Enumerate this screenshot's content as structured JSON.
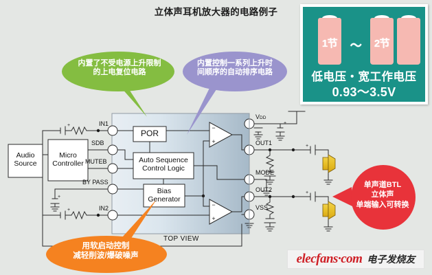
{
  "page": {
    "title": "立体声耳机放大器的电路例子",
    "background_color": "#e4e7e4"
  },
  "voltage_panel": {
    "teal_color": "#1a9288",
    "battery_color": "#f6b9b2",
    "battery_left_label": "1节",
    "approx_symbol": "〜",
    "battery_right_label": "2节",
    "line1": "低电压・宽工作电压",
    "line2": "0.93〜3.5V"
  },
  "callouts": {
    "green": {
      "color": "#84bd41",
      "line1": "内置了不受电源上升限制",
      "line2": "的上电复位电路"
    },
    "purple": {
      "color": "#9a94cd",
      "line1": "内置控制一系列上升时",
      "line2": "间顺序的自动排序电路"
    },
    "orange": {
      "color": "#f58220",
      "line1": "用软启动控制",
      "line2": "减轻削波/爆破噪声"
    },
    "red": {
      "color": "#e8333a",
      "line1": "单声道BTL",
      "line2": "立体声",
      "line3": "单端输入可转换"
    }
  },
  "diagram": {
    "external_blocks": [
      {
        "name": "audio-source",
        "line1": "Audio",
        "line2": "Source"
      },
      {
        "name": "micro-controller",
        "line1": "Micro",
        "line2": "Controller"
      }
    ],
    "ic_blocks": [
      {
        "name": "por-block",
        "line1": "POR",
        "line2": ""
      },
      {
        "name": "auto-sequence-block",
        "line1": "Auto Sequence",
        "line2": "Control Logic"
      },
      {
        "name": "bias-generator-block",
        "line1": "Bias",
        "line2": "Generator"
      }
    ],
    "left_pins": [
      "IN1",
      "SDB",
      "MUTEB",
      "BY PASS",
      "IN2"
    ],
    "right_pins": [
      "VDD",
      "OUT1",
      "MODE",
      "OUT2",
      "VSS"
    ],
    "vdd_subscript": "DD",
    "view_label": "TOP VIEW",
    "ic_fill_from": "#e3eaf0",
    "ic_fill_to": "#9fb3c4"
  },
  "watermark": {
    "brand": "elecfans·com",
    "chinese": "电子发烧友"
  }
}
